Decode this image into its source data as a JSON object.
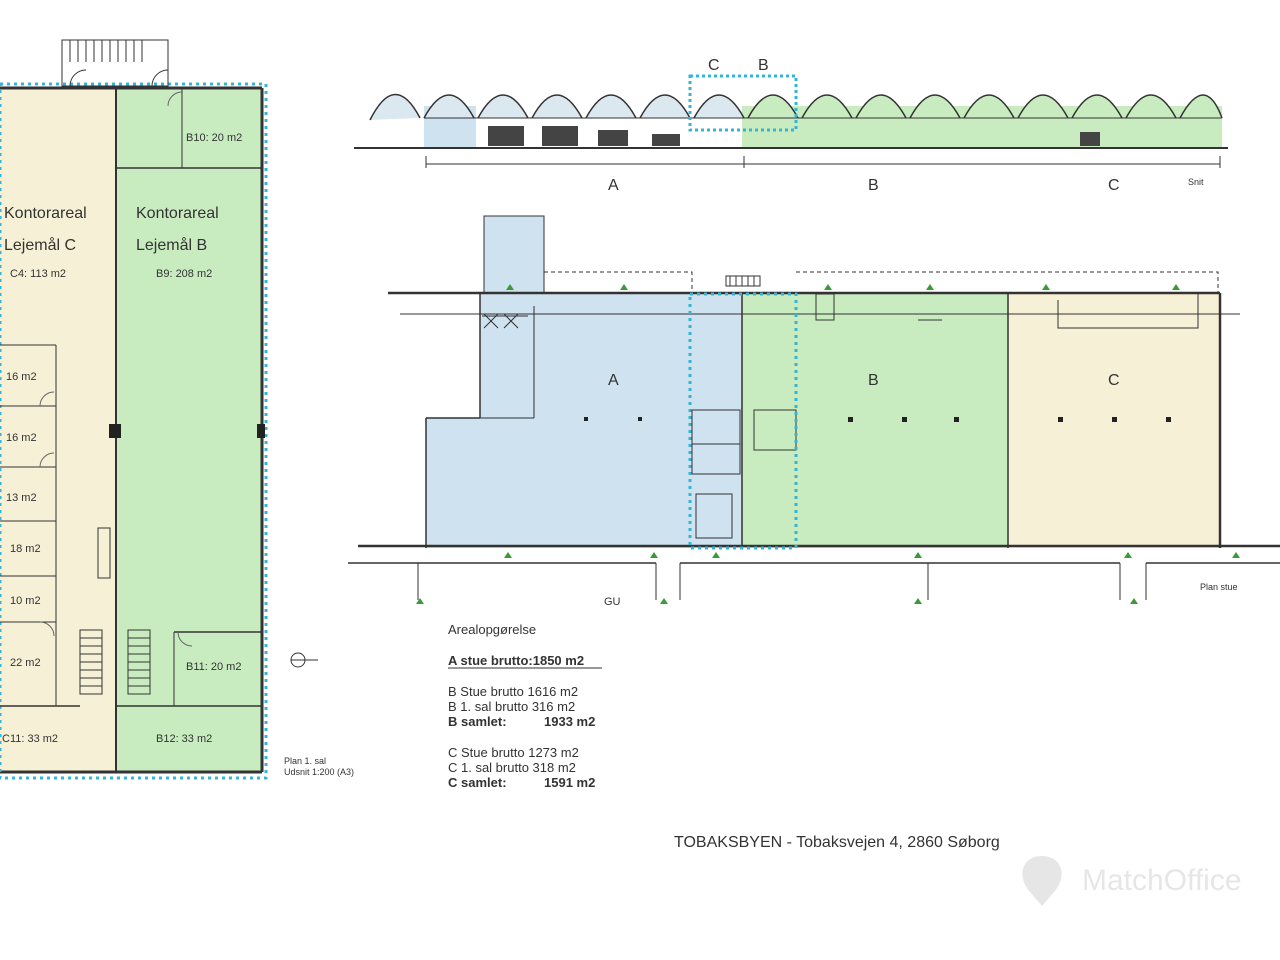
{
  "left_plan": {
    "office_c_title": "Kontorareal",
    "office_c_lease": "Lejemål C",
    "office_c_area": "C4: 113 m2",
    "office_b_title": "Kontorareal",
    "office_b_lease": "Lejemål B",
    "office_b_area": "B9: 208 m2",
    "room_b10": "B10: 20 m2",
    "room_b11": "B11: 20 m2",
    "room_b12": "B12: 33 m2",
    "room_c11": "C11: 33 m2",
    "room_16a": "16 m2",
    "room_16b": "16 m2",
    "room_13": "13 m2",
    "room_18": "18 m2",
    "room_10": "10 m2",
    "room_22": "22 m2",
    "plan_label": "Plan 1. sal",
    "plan_scale": "Udsnit 1:200 (A3)"
  },
  "section": {
    "label_c_top": "C",
    "label_b_top": "B",
    "label_a": "A",
    "label_b": "B",
    "label_c": "C",
    "snit": "Snit"
  },
  "ground_plan": {
    "label_a": "A",
    "label_b": "B",
    "label_c": "C",
    "plan_stue": "Plan stue",
    "gu_marker": "GU"
  },
  "areas": {
    "title": "Arealopgørelse",
    "a_line": "A stue brutto:1850 m2",
    "b_stue": "B Stue brutto   1616 m2",
    "b_sal": "B 1. sal brutto   316 m2",
    "b_total_label": "B samlet:",
    "b_total": "1933 m2",
    "c_stue": "C Stue brutto   1273 m2",
    "c_sal": "C 1. sal brutto   318 m2",
    "c_total_label": "C samlet:",
    "c_total": "1591 m2"
  },
  "footer": {
    "address": "TOBAKSBYEN - Tobaksvejen 4, 2860 Søborg",
    "watermark": "MatchOffice"
  },
  "colors": {
    "zone_a": "#cfe2f0",
    "zone_b": "#c8ecc0",
    "zone_c": "#f6f1d6",
    "dash": "#36b4d6"
  }
}
